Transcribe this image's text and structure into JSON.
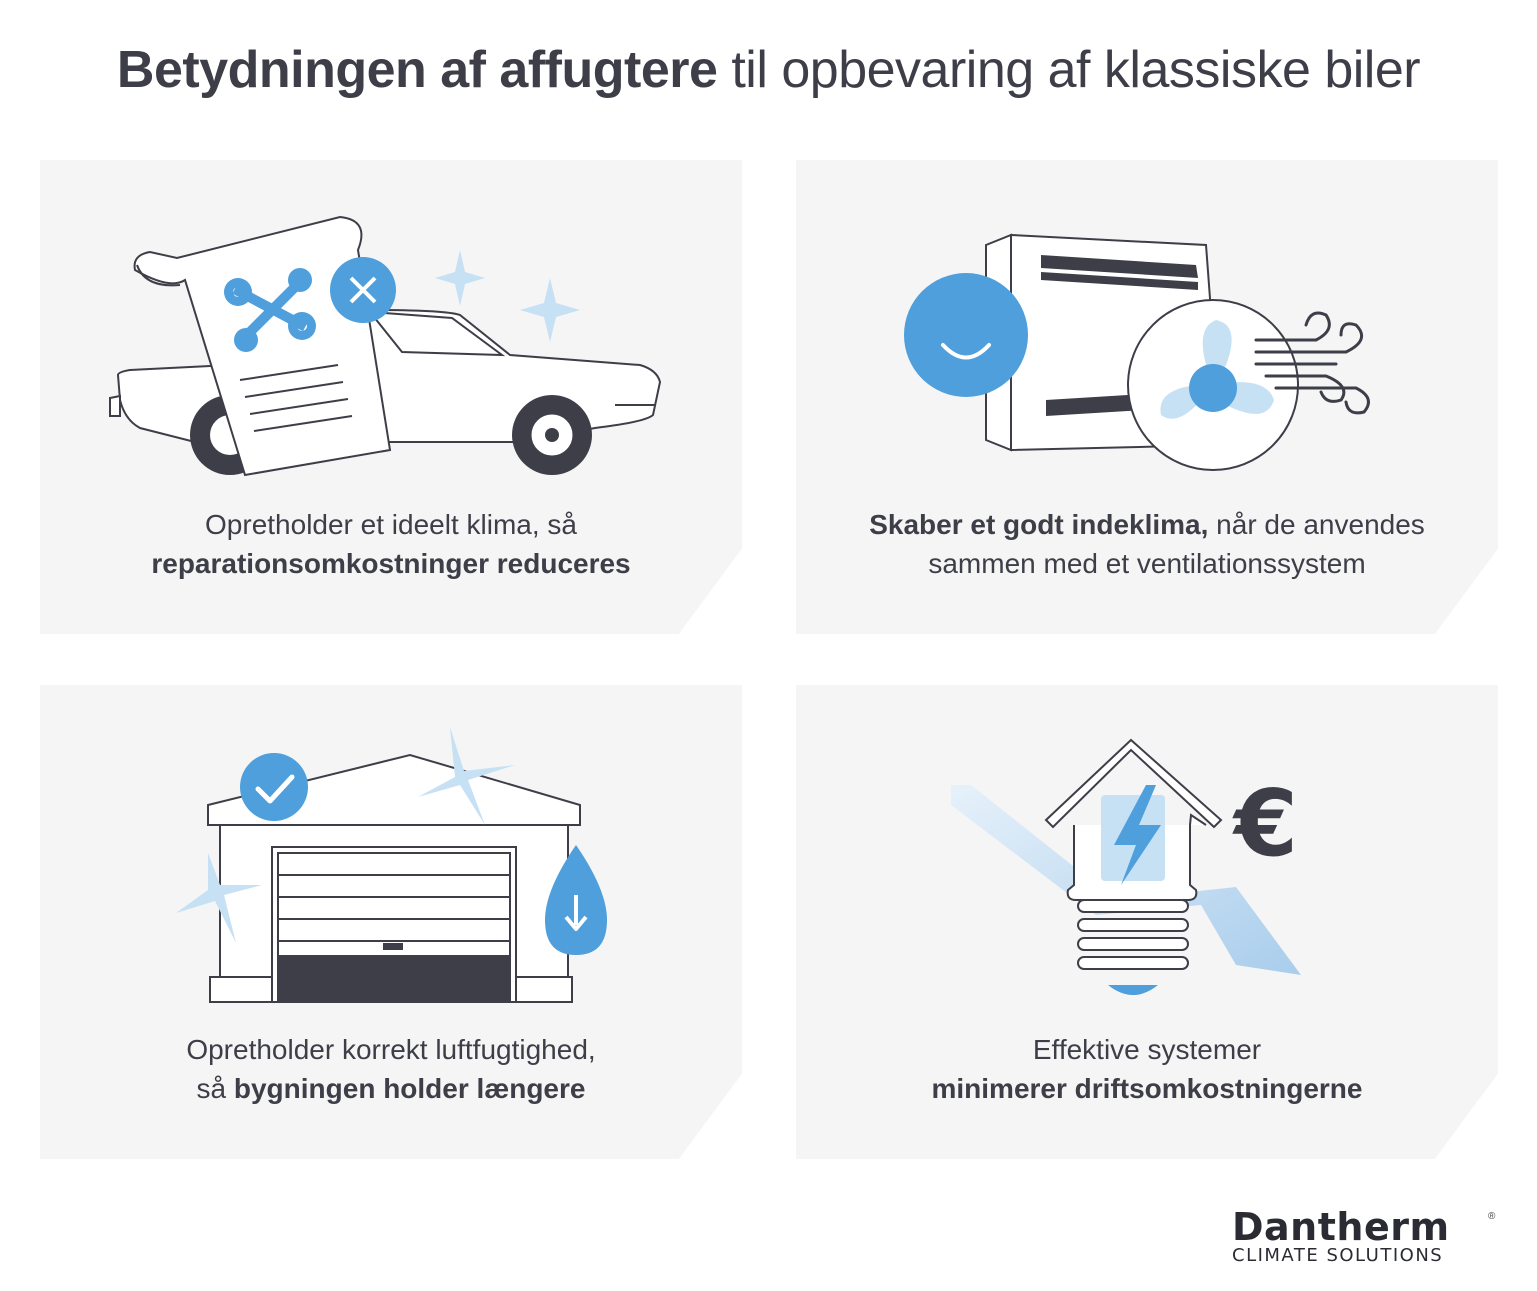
{
  "title": {
    "bold": "Betydningen af affugtere",
    "light": " til opbevaring af klassiske biler"
  },
  "cards": [
    {
      "caption_line1": "Opretholder et ideelt klima, så",
      "caption_line2_bold": "reparationsomkostninger reduceres",
      "icons": [
        "document-icon",
        "wrench-icon",
        "close-icon",
        "car-icon",
        "sparkle-icon"
      ]
    },
    {
      "caption_line1_bold": "Skaber et godt indeklima,",
      "caption_line1_rest": " når de anvendes",
      "caption_line2": "sammen med et ventilationssystem",
      "icons": [
        "smiley-icon",
        "dehumidifier-icon",
        "fan-icon",
        "wind-icon"
      ]
    },
    {
      "caption_line1": "Opretholder korrekt luftfugtighed,",
      "caption_line2_prefix": "så ",
      "caption_line2_bold": "bygningen holder længere",
      "icons": [
        "garage-icon",
        "check-icon",
        "water-drop-icon",
        "sparkle-icon"
      ]
    },
    {
      "caption_line1": "Effektive systemer",
      "caption_line2_bold": "minimerer driftsomkostningerne",
      "icons": [
        "house-bulb-icon",
        "lightning-icon",
        "euro-icon",
        "down-arrow-icon"
      ]
    }
  ],
  "logo": {
    "name": "Dantherm",
    "registered": "®",
    "tagline": "CLIMATE SOLUTIONS"
  },
  "colors": {
    "accent_blue": "#4e9fdc",
    "light_blue": "#c6e0f4",
    "dark_text": "#3d3e48",
    "card_bg": "#f5f5f5"
  }
}
